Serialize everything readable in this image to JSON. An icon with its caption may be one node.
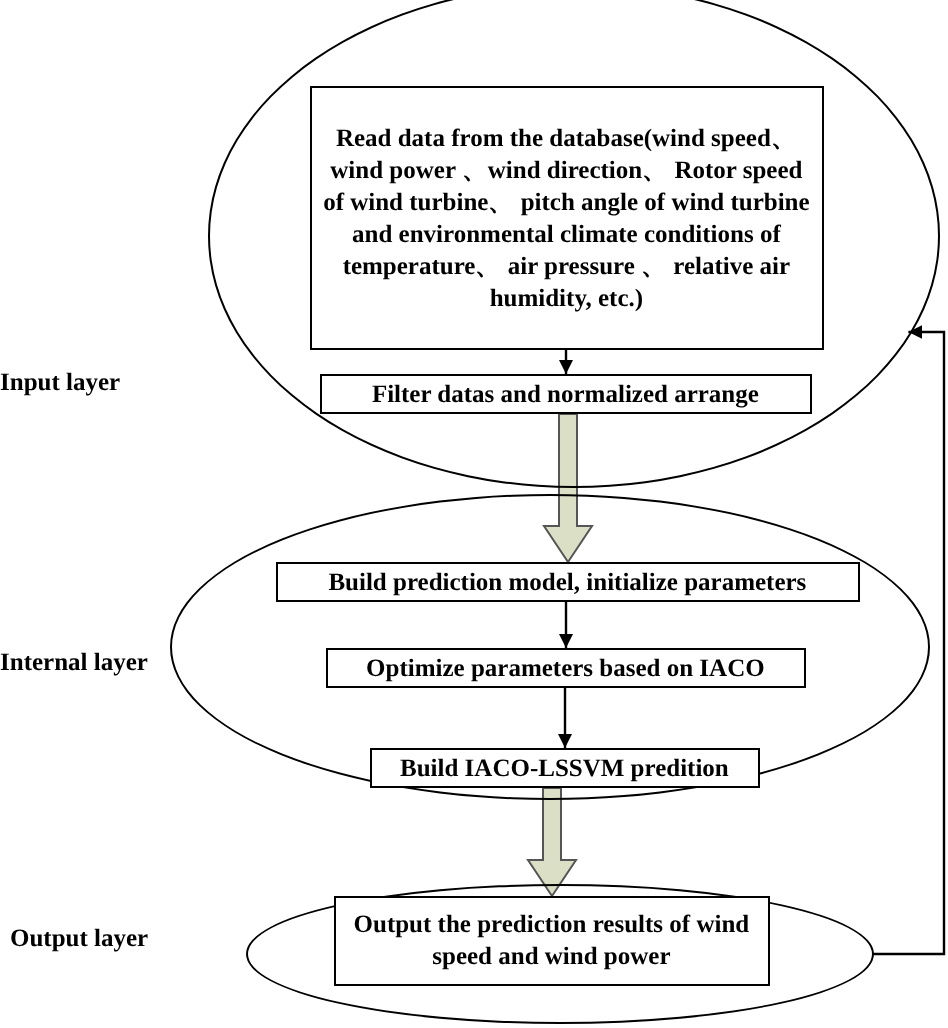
{
  "diagram": {
    "nodes": [
      {
        "text": [],
        "shape": "ellipse",
        "beside": [
          "Input layer"
        ]
      },
      {
        "text": [
          "Read data from the database(wind speed、 wind power 、wind direction、 Rotor speed of wind turbine、 pitch angle of wind turbine and environmental climate conditions of temperature、 air pressure 、 relative air humidity, etc.)"
        ],
        "in": 0
      },
      {
        "text": [
          "Filter datas and normalized arrange"
        ],
        "in": 0
      },
      {
        "text": [],
        "shape": "ellipse",
        "beside": [
          "Internal layer"
        ]
      },
      {
        "text": [
          "Build prediction model, initialize parameters"
        ],
        "in": 3
      },
      {
        "text": [
          "Optimize parameters based on IACO"
        ],
        "in": 3
      },
      {
        "text": [
          "Build IACO-LSSVM predition"
        ],
        "in": 3
      },
      {
        "text": [],
        "shape": "ellipse",
        "beside": [
          "Output layer"
        ]
      },
      {
        "text": [
          "Output the prediction results of wind speed and wind power"
        ],
        "in": 7
      }
    ],
    "edges": [
      {
        "from": 1,
        "to": 2,
        "arrow": "to"
      },
      {
        "from": 2,
        "to": 4,
        "arrow": "to",
        "style": "thick",
        "color": "#dadfc6"
      },
      {
        "from": 4,
        "to": 5,
        "arrow": "to"
      },
      {
        "from": 5,
        "to": 6,
        "arrow": "to"
      },
      {
        "from": 6,
        "to": 8,
        "arrow": "to",
        "style": "thick",
        "color": "#dadfc6"
      },
      {
        "from": 7,
        "to": 0,
        "arrow": "to"
      }
    ]
  }
}
